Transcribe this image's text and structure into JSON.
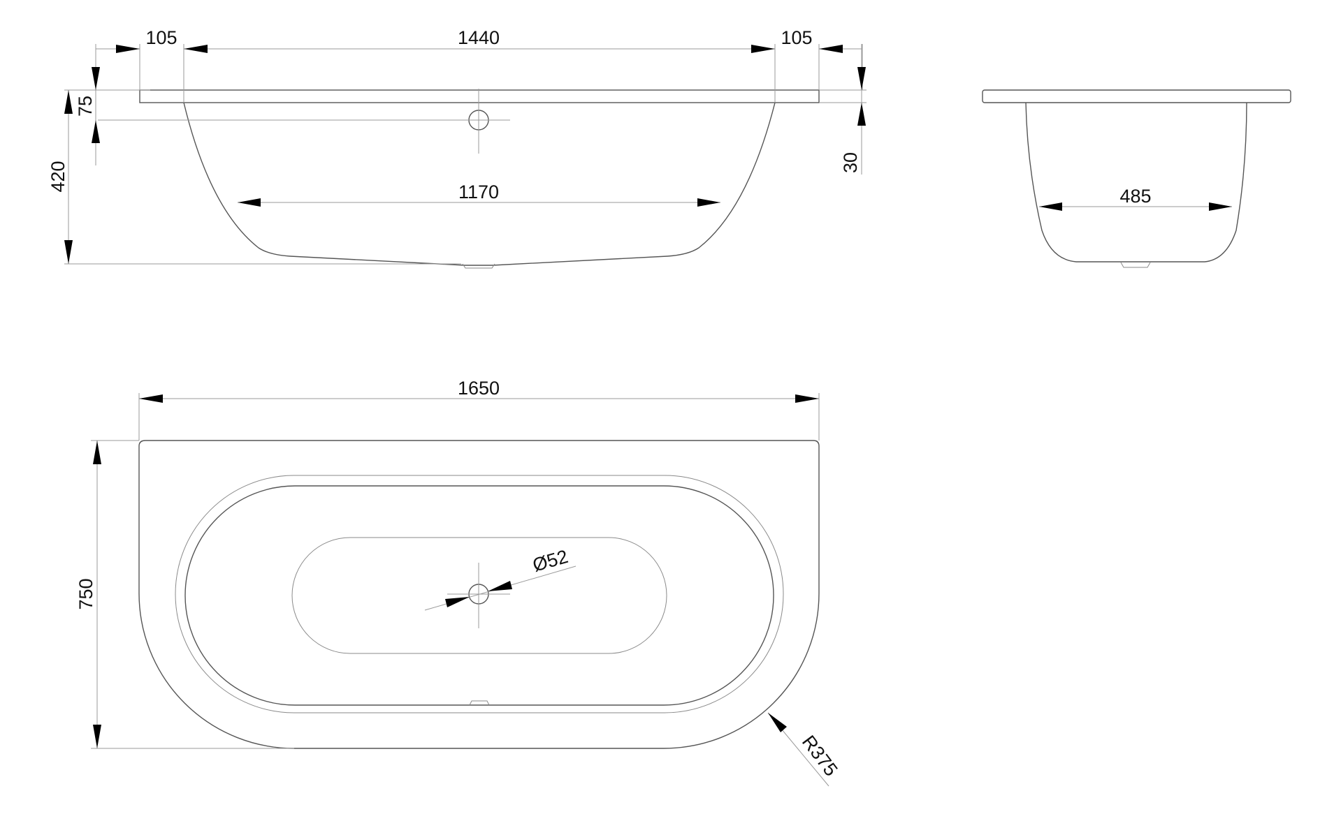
{
  "dimensions": {
    "side_rim_left": "105",
    "side_inner_length": "1440",
    "side_rim_right": "105",
    "side_rim_height": "75",
    "side_total_height": "420",
    "side_bottom_length": "1170",
    "side_rim_thickness": "30",
    "end_bottom_width": "485",
    "top_total_length": "1650",
    "top_total_width": "750",
    "drain_diameter": "Ø52",
    "corner_radius": "R375"
  },
  "colors": {
    "outline": "#555555",
    "dimension_line": "#9a9a9a",
    "arrow": "#000000",
    "text": "#111111"
  }
}
